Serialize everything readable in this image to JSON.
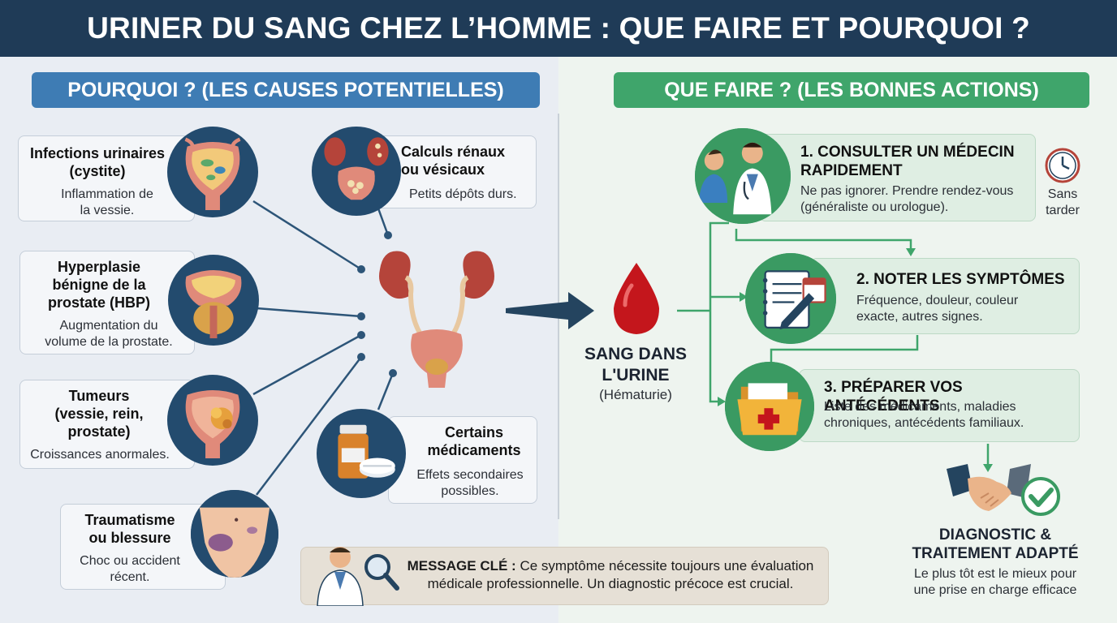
{
  "title": "URINER DU SANG CHEZ L’HOMME : QUE FAIRE ET POURQUOI ?",
  "left_section": {
    "header": "POURQUOI ? (LES CAUSES POTENTIELLES)",
    "causes": [
      {
        "title": "Infections urinaires (cystite)",
        "title_lines": [
          "Infections urinaires",
          "(cystite)"
        ],
        "desc_lines": [
          "Inflammation de",
          "la vessie."
        ],
        "icon": "bladder-infection-icon"
      },
      {
        "title": "Hyperplasie bénigne de la prostate (HBP)",
        "title_lines": [
          "Hyperplasie",
          "bénigne de la",
          "prostate (HBP)"
        ],
        "desc_lines": [
          "Augmentation du",
          "volume de la prostate."
        ],
        "icon": "prostate-icon"
      },
      {
        "title": "Tumeurs (vessie, rein, prostate)",
        "title_lines": [
          "Tumeurs",
          "(vessie, rein,",
          "prostate)"
        ],
        "desc_lines": [
          "Croissances anormales."
        ],
        "icon": "tumor-icon"
      },
      {
        "title": "Traumatisme ou blessure",
        "title_lines": [
          "Traumatisme",
          "ou blessure"
        ],
        "desc_lines": [
          "Choc ou accident",
          "récent."
        ],
        "icon": "bruise-icon"
      },
      {
        "title": "Calculs rénaux ou vésicaux",
        "title_lines": [
          "Calculs rénaux",
          "ou vésicaux"
        ],
        "desc_lines": [
          "Petits dépôts durs."
        ],
        "icon": "kidney-stones-icon"
      },
      {
        "title": "Certains médicaments",
        "title_lines": [
          "Certains",
          "médicaments"
        ],
        "desc_lines": [
          "Effets secondaires",
          "possibles."
        ],
        "icon": "medication-icon"
      }
    ]
  },
  "center": {
    "label_lines": [
      "SANG DANS",
      "L'URINE"
    ],
    "sub": "(Hématurie)"
  },
  "right_section": {
    "header": "QUE FAIRE ? (LES BONNES ACTIONS)",
    "actions": [
      {
        "title_lines": [
          "1. CONSULTER UN MÉDECIN",
          "RAPIDEMENT"
        ],
        "desc_lines": [
          "Ne pas ignorer. Prendre rendez-vous",
          "(généraliste ou urologue)."
        ],
        "icon": "doctor-consultation-icon"
      },
      {
        "title_lines": [
          "2. NOTER LES SYMPTÔMES"
        ],
        "desc_lines": [
          "Fréquence, douleur, couleur",
          "exacte, autres signes."
        ],
        "icon": "notebook-icon"
      },
      {
        "title_lines": [
          "3. PRÉPARER VOS ANTÉCÉDENTS"
        ],
        "desc_lines": [
          "Liste des médicaments, maladies",
          "chroniques, antécédents familiaux."
        ],
        "icon": "medical-folder-icon"
      }
    ],
    "clock": {
      "line1": "Sans",
      "line2": "tarder",
      "icon": "clock-icon"
    },
    "outcome": {
      "title_lines": [
        "DIAGNOSTIC &",
        "TRAITEMENT ADAPTÉ"
      ],
      "desc_lines": [
        "Le plus tôt est le mieux pour",
        "une prise en charge efficace"
      ],
      "icon": "handshake-check-icon"
    }
  },
  "message": {
    "label": "MESSAGE CLÉ :",
    "text": "Ce symptôme nécessite toujours une évaluation médicale professionnelle. Un diagnostic précoce est crucial.",
    "icon": "doctor-magnifier-icon"
  },
  "colors": {
    "title_bg": "#1f3b57",
    "left_header": "#3e7cb4",
    "right_header": "#3fa56b",
    "blood": "#c4161c",
    "icon_circle": "#234b6e",
    "action_circle": "#3a9a62"
  }
}
